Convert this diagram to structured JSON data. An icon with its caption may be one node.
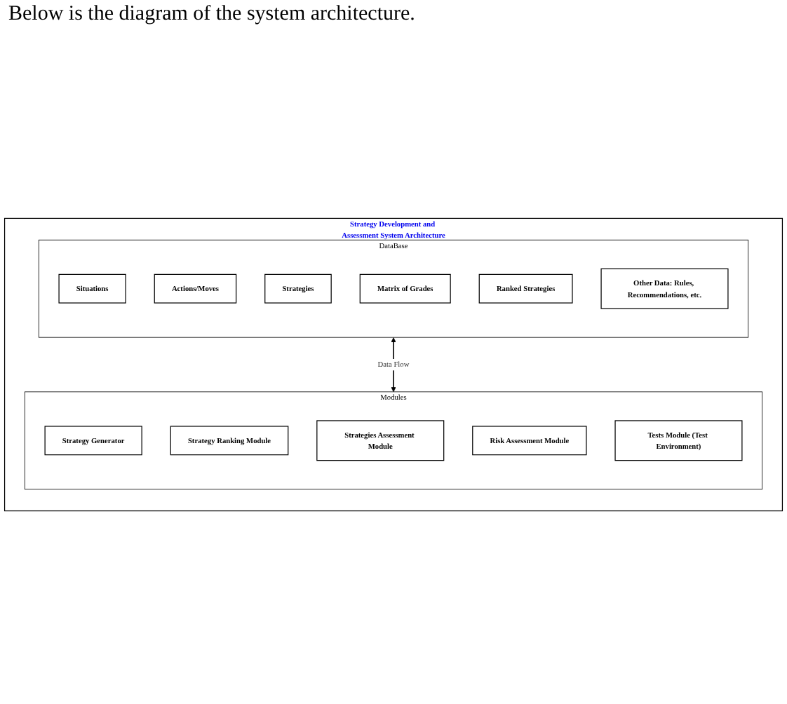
{
  "diagram": {
    "nodes": [
      {
        "text": [
          "Strategy Development and Assessment System Architecture"
        ]
      },
      {
        "text": [
          "DataBase"
        ],
        "in": 0
      },
      {
        "text": [
          "Situations"
        ],
        "in": 1
      },
      {
        "text": [
          "Actions/Moves"
        ],
        "in": 1
      },
      {
        "text": [
          "Strategies"
        ],
        "in": 1
      },
      {
        "text": [
          "Matrix of Grades"
        ],
        "in": 1
      },
      {
        "text": [
          "Ranked Strategies"
        ],
        "in": 1
      },
      {
        "text": [
          "Other Data: Rules, Recommendations, etc."
        ],
        "in": 1
      },
      {
        "text": [
          "Modules"
        ],
        "in": 0
      },
      {
        "text": [
          "Strategy Generator"
        ],
        "in": 8
      },
      {
        "text": [
          "Strategy Ranking Module"
        ],
        "in": 8
      },
      {
        "text": [
          "Strategies Assessment Module"
        ],
        "in": 8
      },
      {
        "text": [
          "Risk Assessment Module"
        ],
        "in": 8
      },
      {
        "text": [
          "Tests Module (Test Environment)"
        ],
        "in": 8
      }
    ],
    "edges": [
      {
        "from": 1,
        "to": 8,
        "arrow": "both",
        "label": "Data Flow"
      }
    ],
    "labels": [
      "Below is the diagram of the system architecture."
    ]
  }
}
